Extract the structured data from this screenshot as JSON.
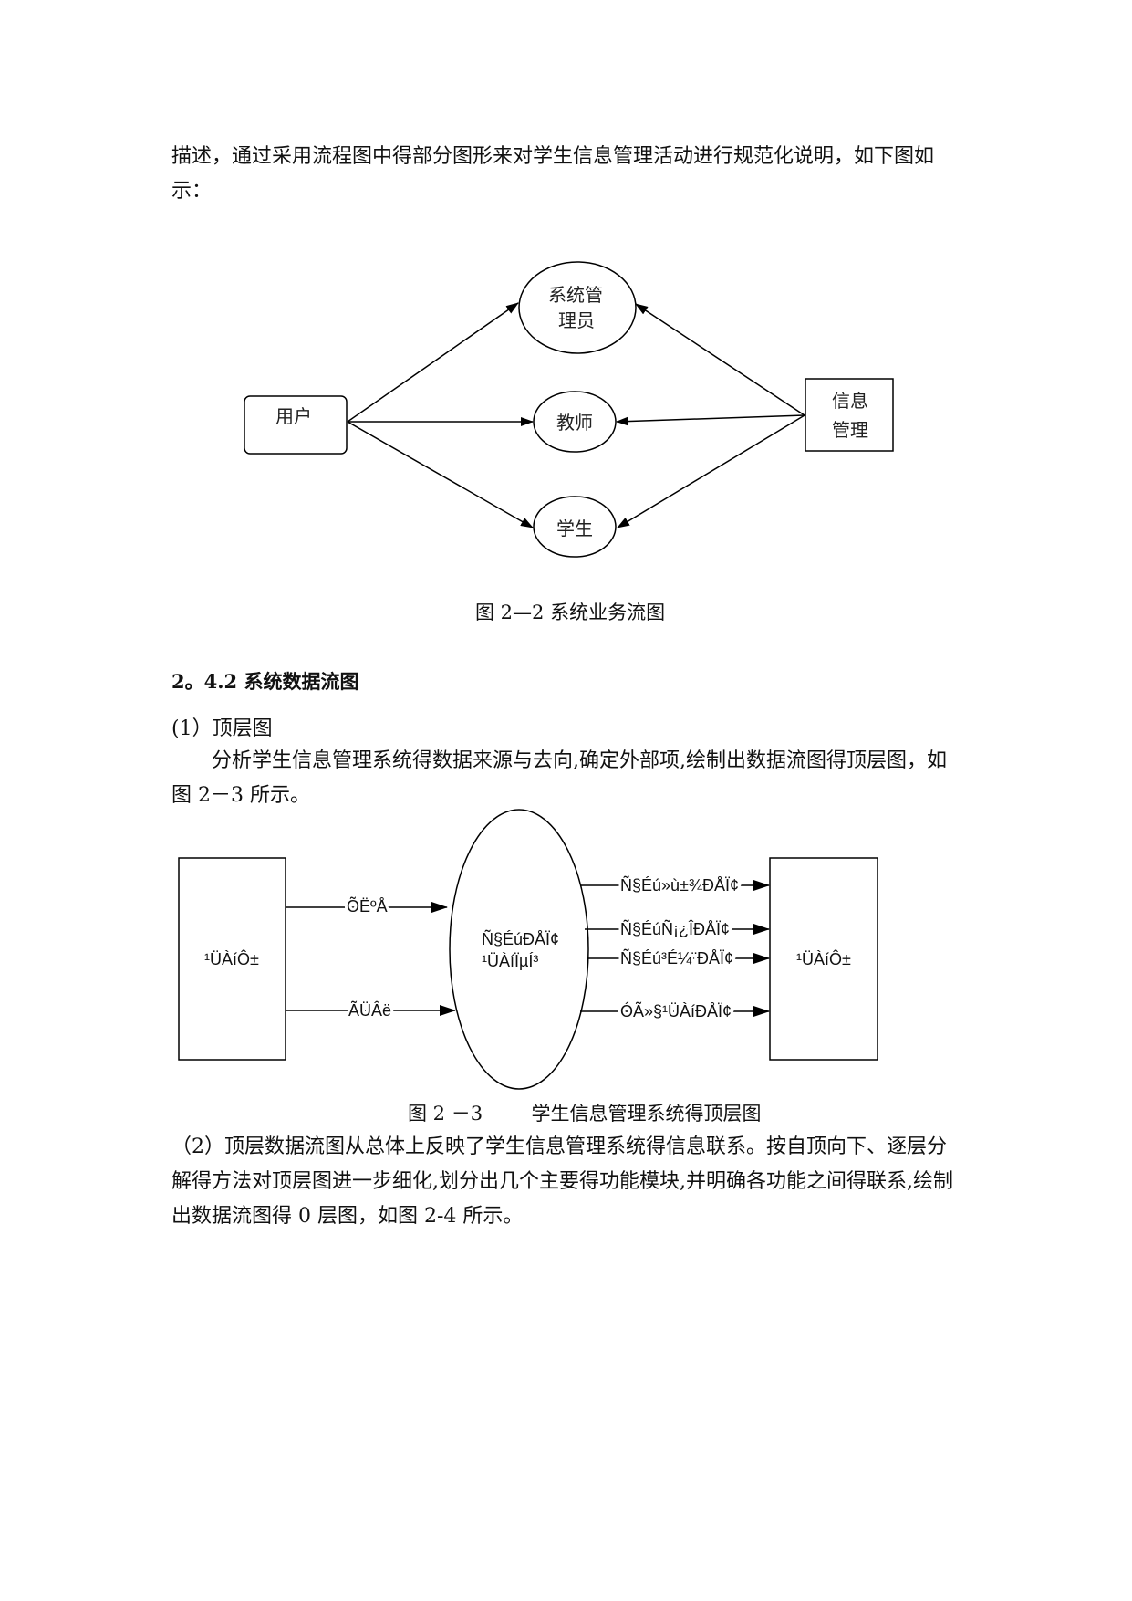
{
  "page": {
    "intro_paragraph": "描述，通过采用流程图中得部分图形来对学生信息管理活动进行规范化说明，如下图如示：",
    "figure1": {
      "nodes": {
        "user": "用户",
        "admin_line1": "系统管",
        "admin_line2": "理员",
        "teacher": "教师",
        "student": "学生",
        "info_line1": "信息",
        "info_line2": "管理"
      },
      "caption": "图 2—2  系统业务流图"
    },
    "section_heading": "2。4.2   系统数据流图",
    "sub1_title": "(1）顶层图",
    "sub1_paragraph": "分析学生信息管理系统得数据来源与去向,确定外部项,绘制出数据流图得顶层图，如图 2－3 所示。",
    "figure2": {
      "left_box": "¹ÜÀíÔ±",
      "right_box": "¹ÜÀíÔ±",
      "center_line1": "Ñ§ÉúÐÅÏ¢",
      "center_line2": "¹ÜÀíÏµÍ³",
      "in_flow_top": "ÕËºÅ",
      "in_flow_bottom": "ÃÜÂë",
      "out_flow_1": "Ñ§Éú»ù±¾ÐÅÏ¢",
      "out_flow_2": "Ñ§ÉúÑ¡¿ÎÐÅÏ¢",
      "out_flow_3": "Ñ§Éú³É¼¨ÐÅÏ¢",
      "out_flow_4": "ÓÃ»§¹ÜÀíÐÅÏ¢",
      "caption": "图 2 －3        学生信息管理系统得顶层图"
    },
    "sub2_paragraph": "（2）顶层数据流图从总体上反映了学生信息管理系统得信息联系。按自顶向下、逐层分解得方法对顶层图进一步细化,划分出几个主要得功能模块,并明确各功能之间得联系,绘制出数据流图得 0 层图，如图 2-4 所示。"
  }
}
